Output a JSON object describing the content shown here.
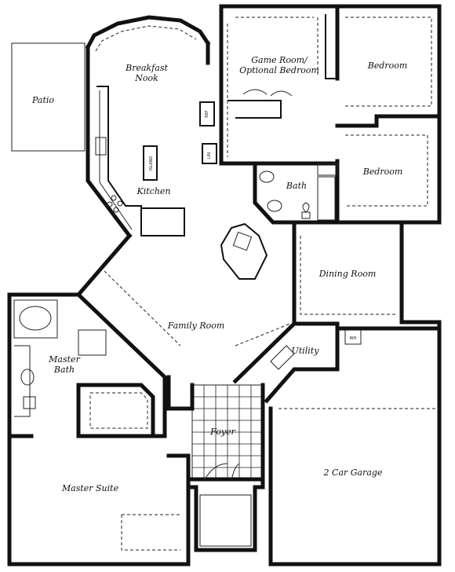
{
  "rooms": {
    "patio": "Patio",
    "breakfast_line1": "Breakfast",
    "breakfast_line2": "Nook",
    "game_line1": "Game Room/",
    "game_line2": "Optional Bedroom",
    "bedroom_upper": "Bedroom",
    "bedroom_lower": "Bedroom",
    "kitchen": "Kitchen",
    "bath": "Bath",
    "dining": "Dining Room",
    "family": "Family Room",
    "master_bath_line1": "Master",
    "master_bath_line2": "Bath",
    "utility": "Utility",
    "foyer": "Foyer",
    "garage": "2 Car Garage",
    "master_suite": "Master Suite"
  },
  "fixtures": {
    "island": "ISLAND",
    "refrigerator": "REF",
    "linen": "LIN",
    "wh": "WH"
  }
}
